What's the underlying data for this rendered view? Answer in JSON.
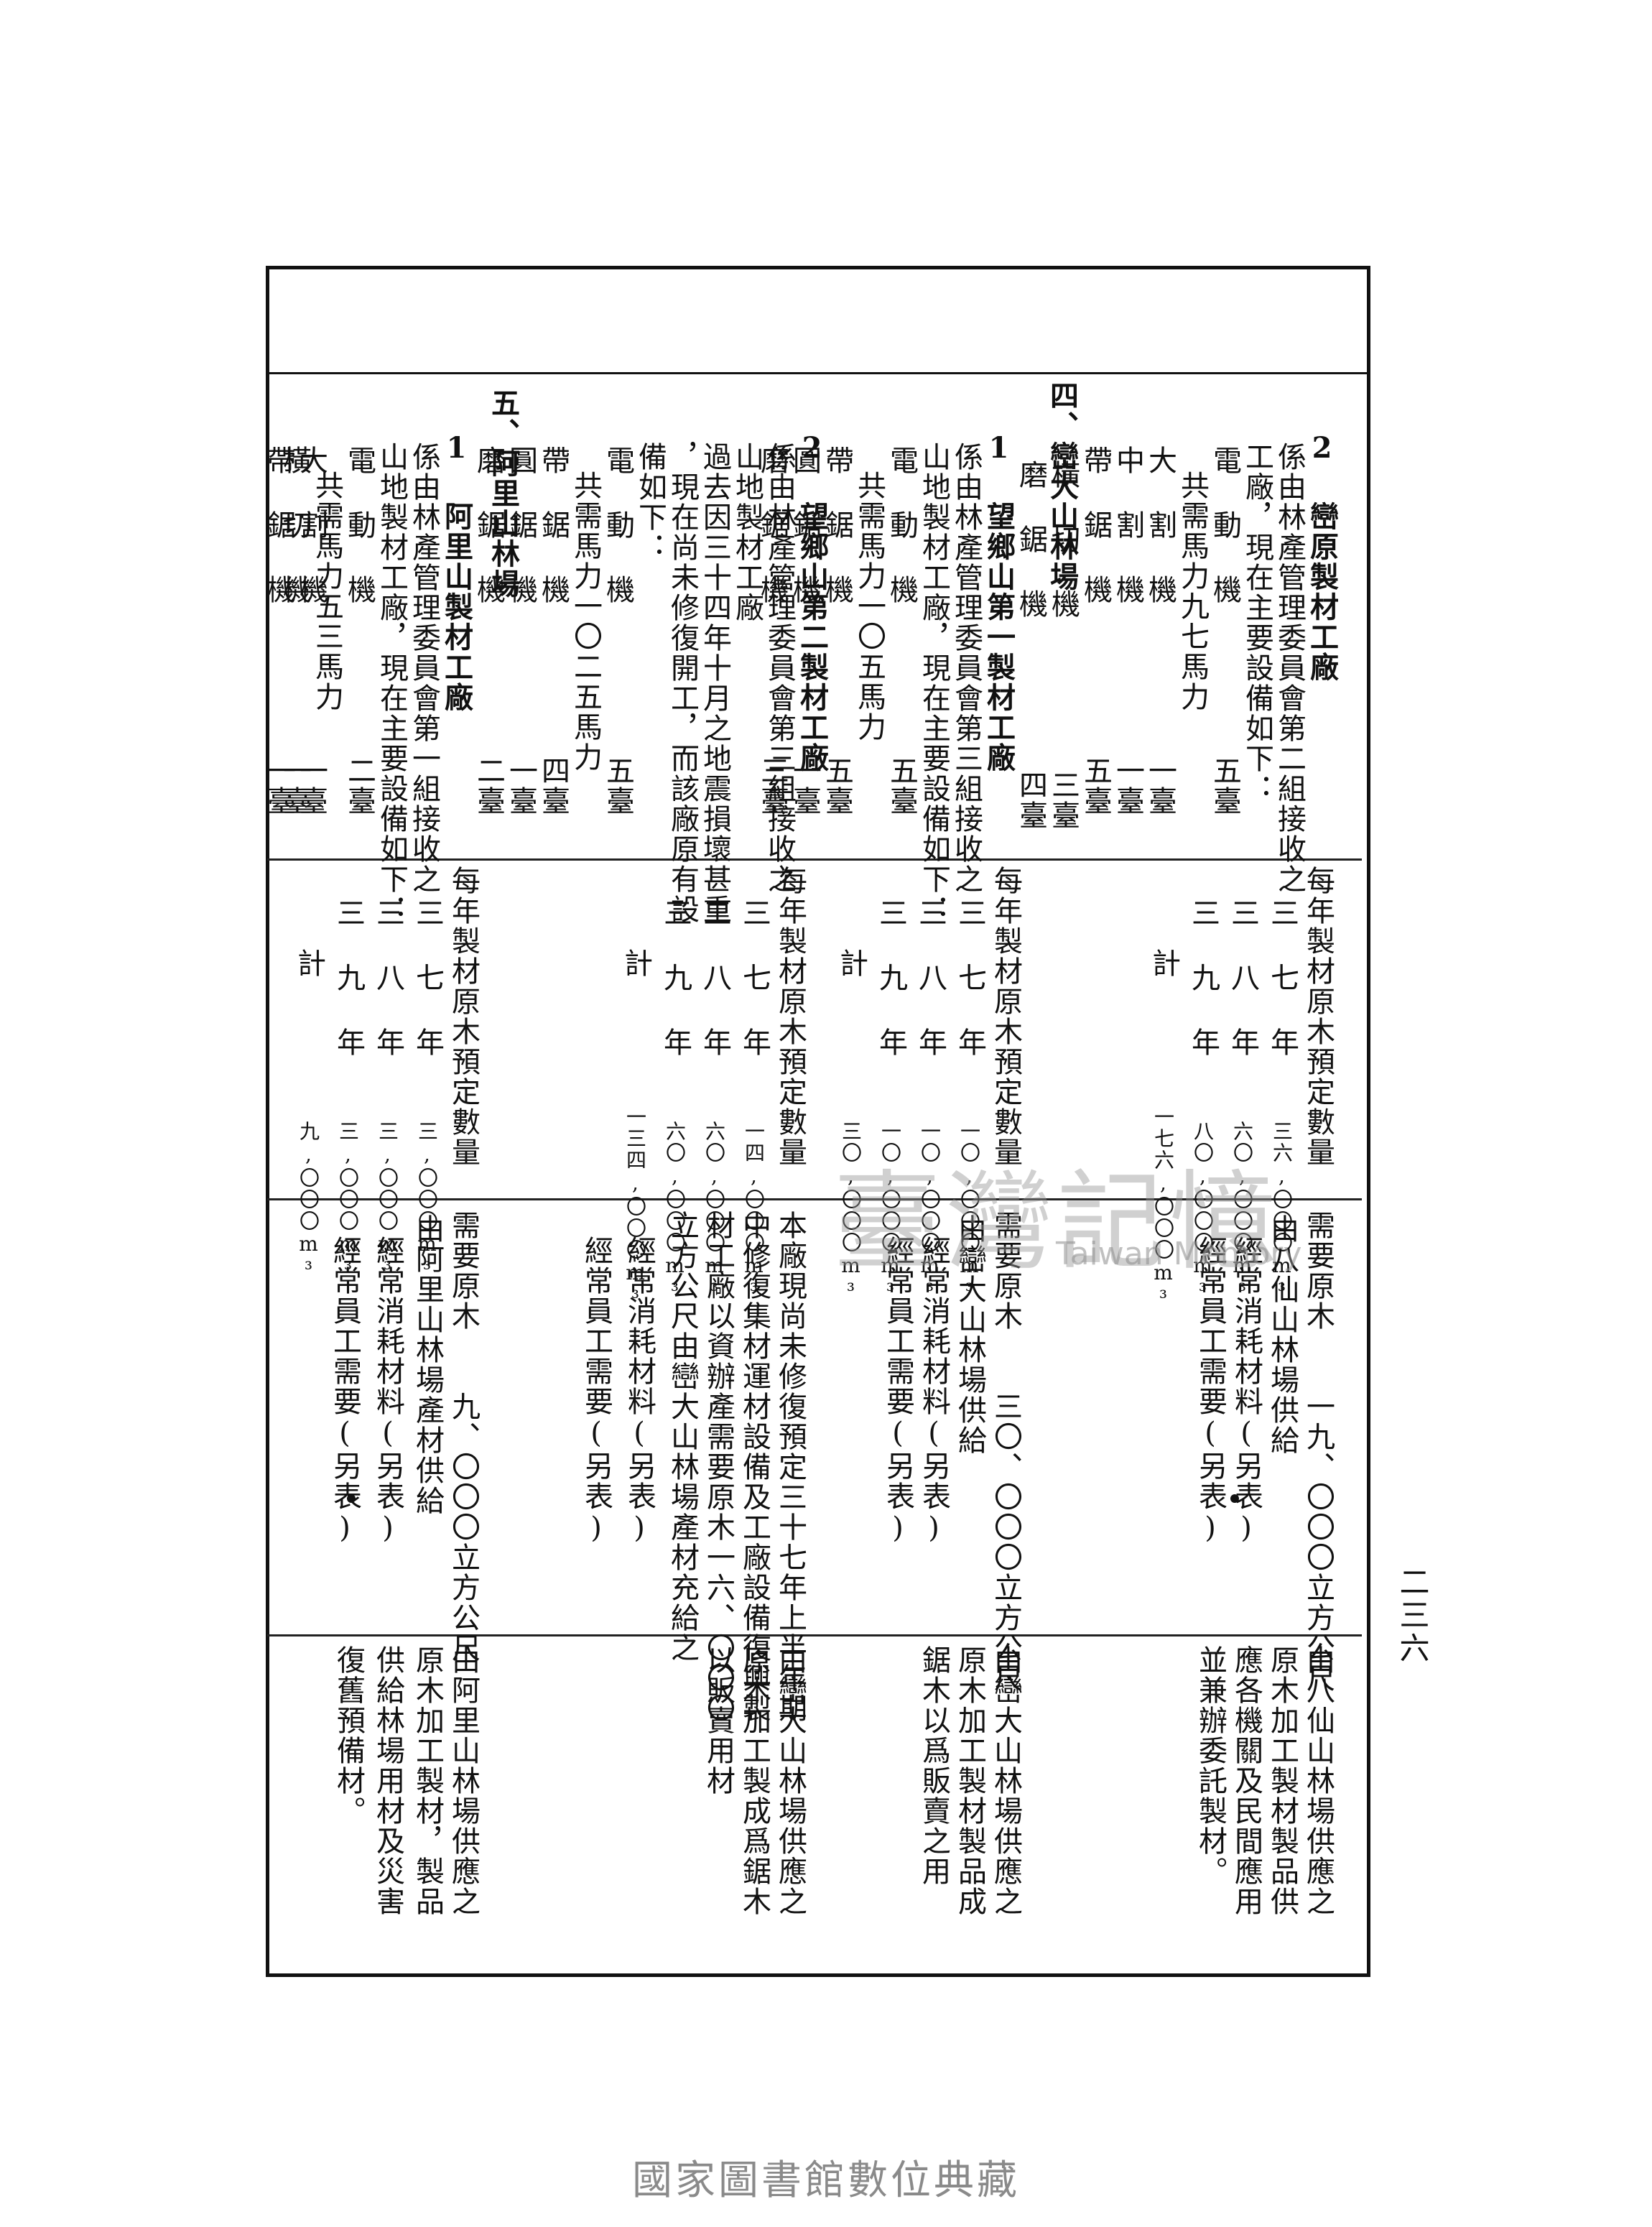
{
  "page_number": "二三六",
  "watermark": {
    "chinese": "臺灣記憶",
    "english": "Taiwan Memory"
  },
  "footer": "國家圖書館數位典藏",
  "sections": {
    "s4_heading": "四、巒大山林場",
    "s5_heading": "五、阿里山林場"
  },
  "col1": {
    "c01": "2 巒原製材工廠",
    "c02": "係由林產管理委員會第二組接收之",
    "c03": "工廠，現在主要設備如下：",
    "c04": "電 動 機　　　　　五臺",
    "c05": "共需馬力九七馬力",
    "c06": "大 割 機　　　　　一臺",
    "c07": "中 割 機　　　　　一臺",
    "c08": "帶 鋸 機　　　　　五臺",
    "c09": "橫 切 機　　　　　三臺",
    "c10": "磨 鋸 機　　　　　四臺",
    "c11": "1 望鄉山第一製材工廠",
    "c12": "係由林產管理委員會第三組接收之",
    "c13": "山地製材工廠，現在主要設備如下：",
    "c14": "電 動 機　　　　　五臺",
    "c15": "共需馬力一〇五馬力",
    "c16": "帶 鋸 機　　　　　五臺",
    "c17": "圓 鋸 機　　　　　一臺",
    "c18": "磨 鋸 機　　　　　三臺",
    "c19": "2 望鄉山第二製材工廠",
    "c20": "係由林產管理委員會第三組接收之",
    "c21": "山地製材工廠",
    "c22": "過去因三十四年十月之地震損壞甚重",
    "c23": "，現在尚未修復開工，而該廠原有設",
    "c24": "備如下：",
    "c25": "電 動 機　　　　　五臺",
    "c26": "共需馬力一〇二五馬力",
    "c27": "帶 鋸 機　　　　　四臺",
    "c28": "圓 鋸 機　　　　　一臺",
    "c29": "磨 鋸 機　　　　　二臺",
    "c30": "1 阿里山製材工廠",
    "c31": "係由林產管理委員會第一組接收之",
    "c32": "山地製材工廠，現在主要設備如下：",
    "c33": "電 動 機　　　　　二臺",
    "c34": "共需馬力五三馬力",
    "c35": "大 割 機　　　　　一臺",
    "c36": "帶 鋸 機　　　　　一臺",
    "c37": "橫 切 機　　　　　一臺"
  },
  "col2": {
    "g1_head": "每年製材原木預定數量",
    "g1_r1": "三 七 年",
    "g1_r1v": "三六,〇〇〇m³",
    "g1_r2": "三 八 年",
    "g1_r2v": "六〇,〇〇〇m³",
    "g1_r3": "三 九 年",
    "g1_r3v": "八〇,〇〇〇m³",
    "g1_r4": "計",
    "g1_r4v": "一七六,〇〇〇m³",
    "g2_head": "每年製材原木預定數量",
    "g2_r1": "三 七 年",
    "g2_r1v": "一〇,〇〇〇m³",
    "g2_r2": "三 八 年",
    "g2_r2v": "一〇,〇〇〇m³",
    "g2_r3": "三 九 年",
    "g2_r3v": "一〇,〇〇〇m³",
    "g2_r4": "計",
    "g2_r4v": "三〇,〇〇〇m³",
    "g3_head": "每年製材原木預定數量",
    "g3_r1": "三 七 年",
    "g3_r1v": "一四,〇〇〇m³",
    "g3_r2": "三 八 年",
    "g3_r2v": "六〇,〇〇〇m³",
    "g3_r3": "三 九 年",
    "g3_r3v": "六〇,〇〇〇m³",
    "g3_r4": "計",
    "g3_r4v": "一三四,〇〇〇m³",
    "g4_head": "每年製材原木預定數量",
    "g4_r1": "三 七 年",
    "g4_r1v": "三,〇〇〇m³",
    "g4_r2": "三 八 年",
    "g4_r2v": "三,〇〇〇m³",
    "g4_r3": "三 九 年",
    "g4_r3v": "三,〇〇〇m³",
    "g4_r4": "計",
    "g4_r4v": "九,〇〇〇m³"
  },
  "col3": {
    "a1": "需要原木　　一九、〇〇〇立方公尺",
    "a2": "由八仙山林場供給",
    "a3": "經常消耗材料(另表)",
    "a4": "經常員工需要(另表)",
    "b1": "需要原木　　三〇、〇〇〇立方公尺",
    "b2": "由巒大山林場供給",
    "b3": "經常消耗材料(另表)",
    "b4": "經常員工需要(另表)",
    "c1": "本廠現尚未修復預定三十七年上半年期",
    "c2": "中修復集材運材設備及工廠設備復興製",
    "c3": "材工廠以資辦產需要原木一六、〇〇〇",
    "c4": "立方公尺由巒大山林場產材充給之",
    "c5": "經常消耗材料(另表)",
    "c6": "經常員工需要(另表)",
    "d1": "需要原木　　九、〇〇〇立方公尺",
    "d2": "由阿里山林場產材供給",
    "d3": "經常消耗材料(另表)",
    "d4": "經常員工需要(另表)"
  },
  "col4": {
    "a1": "由八仙山林場供應之",
    "a2": "原木加工製材製品供",
    "a3": "應各機關及民間應用",
    "a4": "並兼辦委託製材。",
    "b1": "由巒大山林場供應之",
    "b2": "原木加工製材製品成",
    "b3": "鋸木以爲販賣之用",
    "c1": "由巒大山林場供應之",
    "c2": "原木加工製成爲鋸木",
    "c3": "以販賣用材",
    "d1": "由阿里山林場供應之",
    "d2": "原木加工製材，製品",
    "d3": "供給林場用材及災害",
    "d4": "復舊預備材。"
  }
}
